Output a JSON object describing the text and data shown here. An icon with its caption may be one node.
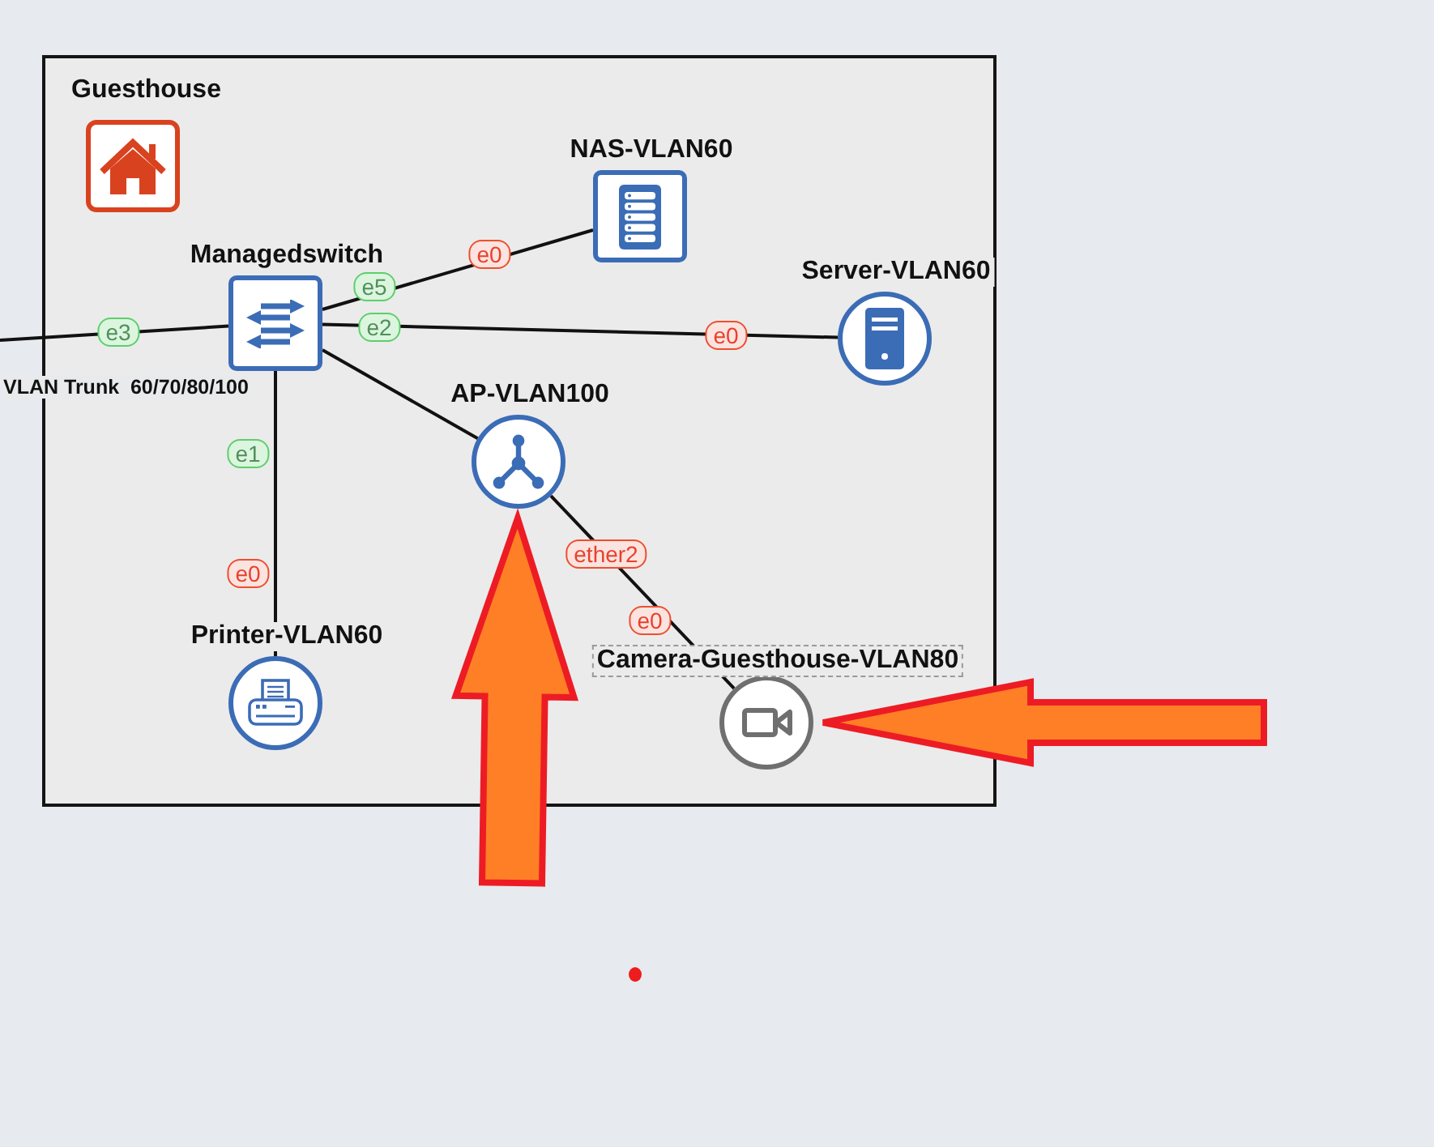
{
  "diagram": {
    "nodes": [
      {
        "text": [
          "Guesthouse"
        ]
      },
      {
        "text": [
          "Managedswitch"
        ],
        "in": 0
      },
      {
        "text": [
          "NAS-VLAN60"
        ],
        "in": 0
      },
      {
        "text": [
          "Server-VLAN60"
        ],
        "in": 0
      },
      {
        "text": [
          "AP-VLAN100"
        ],
        "in": 0
      },
      {
        "text": [
          "Printer-VLAN60"
        ],
        "in": 0
      },
      {
        "text": [
          "Camera-Guesthouse-VLAN80"
        ],
        "in": 0
      }
    ],
    "edges": [
      {
        "from": null,
        "to": 1,
        "arrow": "none",
        "label": "VLAN Trunk  60/70/80/100"
      },
      {
        "from": 1,
        "to": 2,
        "arrow": "none"
      },
      {
        "from": 1,
        "to": 3,
        "arrow": "none"
      },
      {
        "from": 1,
        "to": 4,
        "arrow": "none"
      },
      {
        "from": 1,
        "to": 5,
        "arrow": "none"
      },
      {
        "from": 4,
        "to": 6,
        "arrow": "none"
      },
      {
        "from": null,
        "to": 4,
        "arrow": "to",
        "style": "thick",
        "color": "#ff7f27"
      },
      {
        "from": null,
        "to": 6,
        "arrow": "to",
        "style": "thick",
        "color": "#ff7f27"
      }
    ],
    "labels": [
      "e0",
      "e5",
      "e3",
      "e2",
      "e0",
      "e1",
      "ether2",
      "e0",
      "e0"
    ]
  }
}
